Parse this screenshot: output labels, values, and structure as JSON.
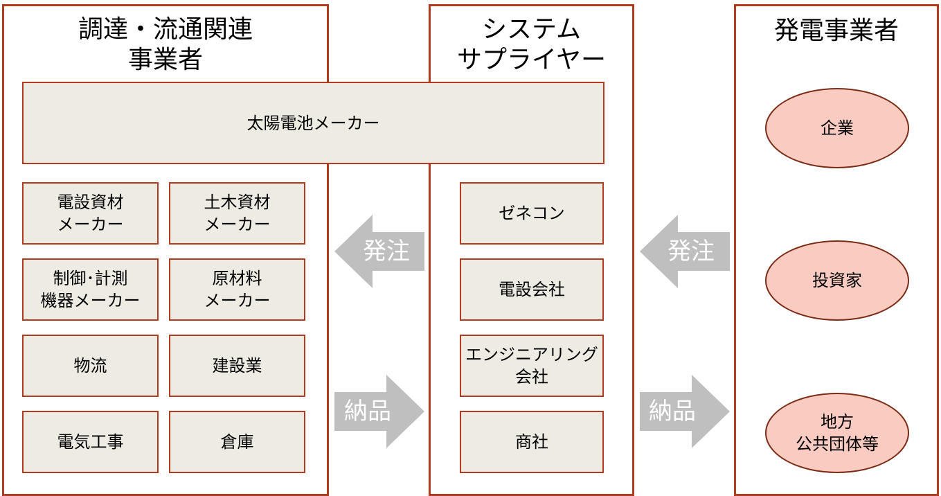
{
  "columns": {
    "procurement": {
      "title": "調達・流通関連\n事業者"
    },
    "supplier": {
      "title": "システム\nサプライヤー"
    },
    "generator": {
      "title": "発電事業者"
    }
  },
  "banner": "太陽電池メーカー",
  "procurement_boxes": [
    "電設資材\nメーカー",
    "土木資材\nメーカー",
    "制御･計測\n機器メーカー",
    "原材料\nメーカー",
    "物流",
    "建設業",
    "電気工事",
    "倉庫"
  ],
  "supplier_boxes": [
    "ゼネコン",
    "電設会社",
    "エンジニアリング\n会社",
    "商社"
  ],
  "generator_ovals": [
    "企業",
    "投資家",
    "地方\n公共団体等"
  ],
  "arrows": {
    "order_label": "発注",
    "delivery_label": "納品",
    "color": "#bfbfbf"
  },
  "colors": {
    "border": "#b13a1f",
    "box_fill": "#eeebe2",
    "oval_fill": "#f9cbc1",
    "oval_border": "#7a2c16"
  }
}
